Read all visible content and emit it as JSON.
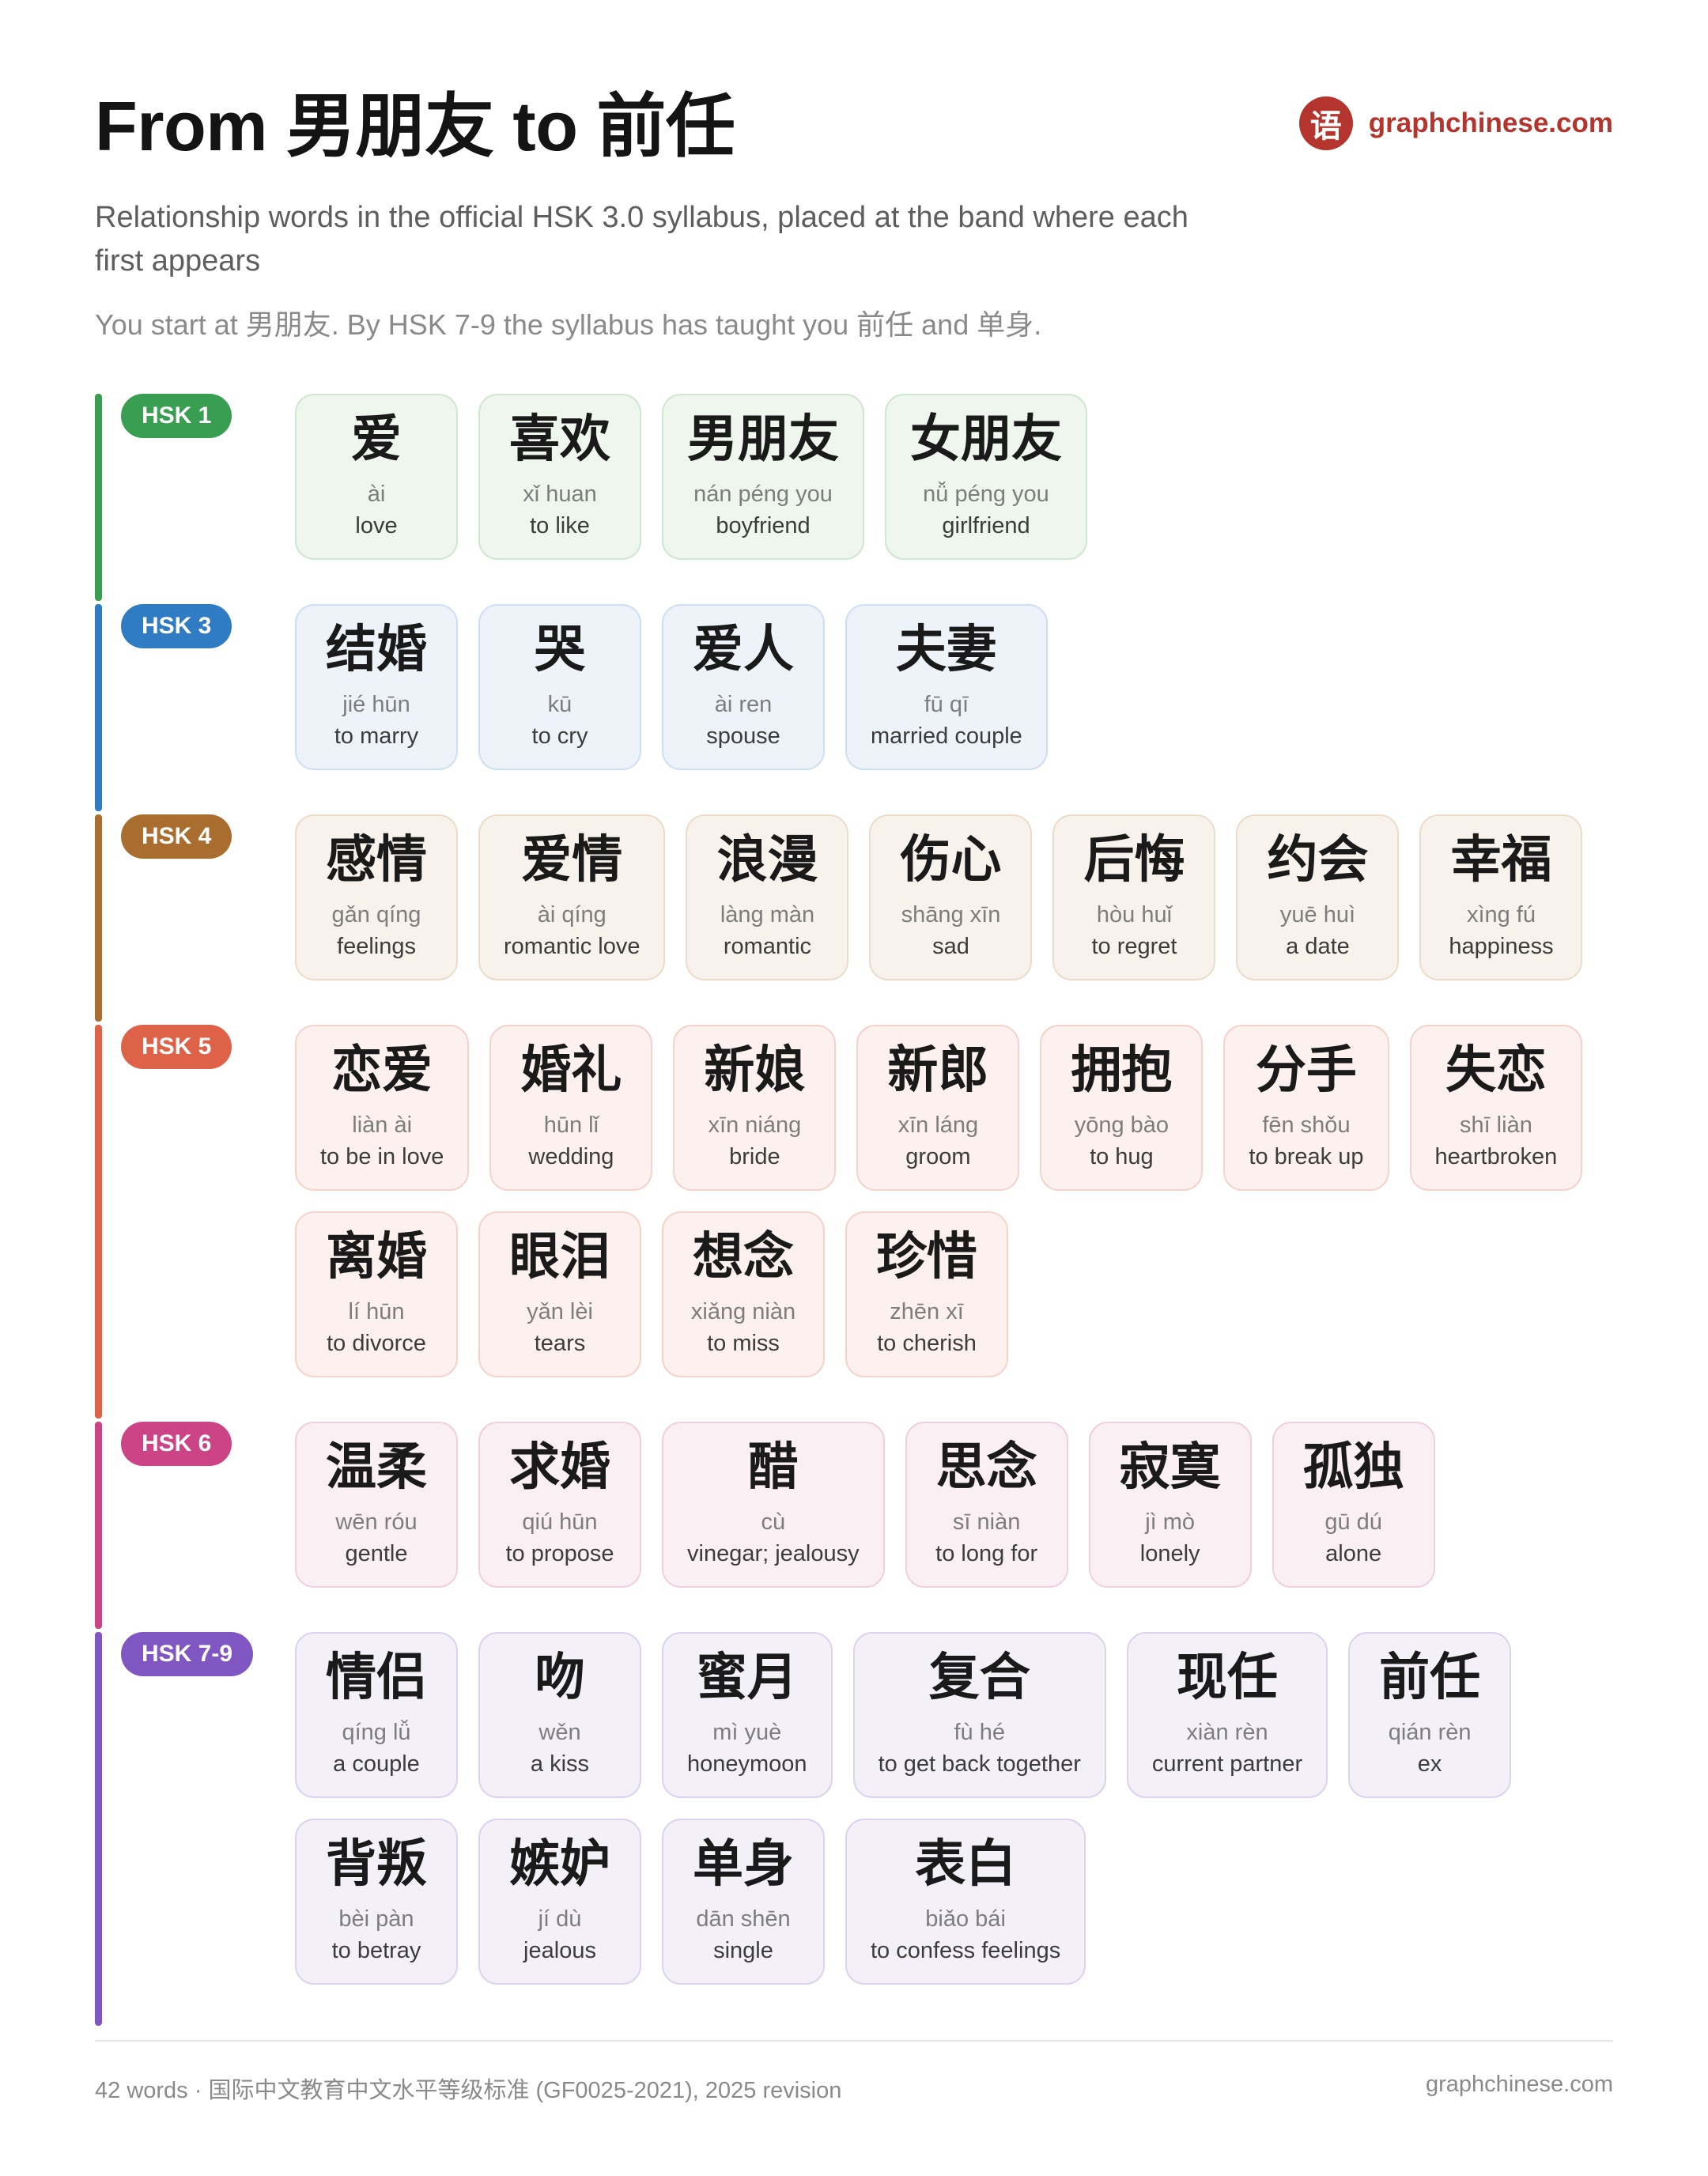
{
  "header": {
    "title": "From 男朋友 to 前任",
    "subtitle": "Relationship words in the official HSK 3.0 syllabus, placed at the band where each first appears",
    "tagline": "You start at 男朋友. By HSK 7-9 the syllabus has taught you 前任 and 单身.",
    "brand_logo_char": "语",
    "brand_name": "graphchinese.com"
  },
  "bands": [
    {
      "label": "HSK 1",
      "color": "#3a9e52",
      "card_bg": "#eff6ee",
      "card_border": "#cfe6cf",
      "words": [
        {
          "hanzi": "爱",
          "pinyin": "ài",
          "english": "love"
        },
        {
          "hanzi": "喜欢",
          "pinyin": "xǐ huan",
          "english": "to like"
        },
        {
          "hanzi": "男朋友",
          "pinyin": "nán péng you",
          "english": "boyfriend"
        },
        {
          "hanzi": "女朋友",
          "pinyin": "nǚ péng you",
          "english": "girlfriend"
        }
      ]
    },
    {
      "label": "HSK 3",
      "color": "#2f7cc4",
      "card_bg": "#eef3f9",
      "card_border": "#cddff1",
      "words": [
        {
          "hanzi": "结婚",
          "pinyin": "jié hūn",
          "english": "to marry"
        },
        {
          "hanzi": "哭",
          "pinyin": "kū",
          "english": "to cry"
        },
        {
          "hanzi": "爱人",
          "pinyin": "ài ren",
          "english": "spouse"
        },
        {
          "hanzi": "夫妻",
          "pinyin": "fū qī",
          "english": "married couple"
        }
      ]
    },
    {
      "label": "HSK 4",
      "color": "#a86d2f",
      "card_bg": "#f8f2ec",
      "card_border": "#ecdcc9",
      "words": [
        {
          "hanzi": "感情",
          "pinyin": "gǎn qíng",
          "english": "feelings"
        },
        {
          "hanzi": "爱情",
          "pinyin": "ài qíng",
          "english": "romantic love"
        },
        {
          "hanzi": "浪漫",
          "pinyin": "làng màn",
          "english": "romantic"
        },
        {
          "hanzi": "伤心",
          "pinyin": "shāng xīn",
          "english": "sad"
        },
        {
          "hanzi": "后悔",
          "pinyin": "hòu huǐ",
          "english": "to regret"
        },
        {
          "hanzi": "约会",
          "pinyin": "yuē huì",
          "english": "a date"
        },
        {
          "hanzi": "幸福",
          "pinyin": "xìng fú",
          "english": "happiness"
        }
      ]
    },
    {
      "label": "HSK 5",
      "color": "#dd6248",
      "card_bg": "#fcf1ee",
      "card_border": "#f4d3cb",
      "words": [
        {
          "hanzi": "恋爱",
          "pinyin": "liàn ài",
          "english": "to be in love"
        },
        {
          "hanzi": "婚礼",
          "pinyin": "hūn lǐ",
          "english": "wedding"
        },
        {
          "hanzi": "新娘",
          "pinyin": "xīn niáng",
          "english": "bride"
        },
        {
          "hanzi": "新郎",
          "pinyin": "xīn láng",
          "english": "groom"
        },
        {
          "hanzi": "拥抱",
          "pinyin": "yōng bào",
          "english": "to hug"
        },
        {
          "hanzi": "分手",
          "pinyin": "fēn shǒu",
          "english": "to break up"
        },
        {
          "hanzi": "失恋",
          "pinyin": "shī liàn",
          "english": "heartbroken"
        },
        {
          "hanzi": "离婚",
          "pinyin": "lí hūn",
          "english": "to divorce"
        },
        {
          "hanzi": "眼泪",
          "pinyin": "yǎn lèi",
          "english": "tears"
        },
        {
          "hanzi": "想念",
          "pinyin": "xiǎng niàn",
          "english": "to miss"
        },
        {
          "hanzi": "珍惜",
          "pinyin": "zhēn xī",
          "english": "to cherish"
        }
      ]
    },
    {
      "label": "HSK 6",
      "color": "#cc4486",
      "card_bg": "#faf0f4",
      "card_border": "#f0cfe0",
      "words": [
        {
          "hanzi": "温柔",
          "pinyin": "wēn róu",
          "english": "gentle"
        },
        {
          "hanzi": "求婚",
          "pinyin": "qiú hūn",
          "english": "to propose"
        },
        {
          "hanzi": "醋",
          "pinyin": "cù",
          "english": "vinegar; jealousy"
        },
        {
          "hanzi": "思念",
          "pinyin": "sī niàn",
          "english": "to long for"
        },
        {
          "hanzi": "寂寞",
          "pinyin": "jì mò",
          "english": "lonely"
        },
        {
          "hanzi": "孤独",
          "pinyin": "gū dú",
          "english": "alone"
        }
      ]
    },
    {
      "label": "HSK 7-9",
      "color": "#7f56c2",
      "card_bg": "#f4f0f8",
      "card_border": "#ddd2ee",
      "words": [
        {
          "hanzi": "情侣",
          "pinyin": "qíng lǚ",
          "english": "a couple"
        },
        {
          "hanzi": "吻",
          "pinyin": "wěn",
          "english": "a kiss"
        },
        {
          "hanzi": "蜜月",
          "pinyin": "mì yuè",
          "english": "honeymoon"
        },
        {
          "hanzi": "复合",
          "pinyin": "fù hé",
          "english": "to get back together"
        },
        {
          "hanzi": "现任",
          "pinyin": "xiàn rèn",
          "english": "current partner"
        },
        {
          "hanzi": "前任",
          "pinyin": "qián rèn",
          "english": "ex"
        },
        {
          "hanzi": "背叛",
          "pinyin": "bèi pàn",
          "english": "to betray"
        },
        {
          "hanzi": "嫉妒",
          "pinyin": "jí dù",
          "english": "jealous"
        },
        {
          "hanzi": "单身",
          "pinyin": "dān shēn",
          "english": "single"
        },
        {
          "hanzi": "表白",
          "pinyin": "biǎo bái",
          "english": "to confess feelings"
        }
      ]
    }
  ],
  "footer": {
    "left": "42 words · 国际中文教育中文水平等级标准 (GF0025-2021), 2025 revision",
    "right": "graphchinese.com"
  }
}
